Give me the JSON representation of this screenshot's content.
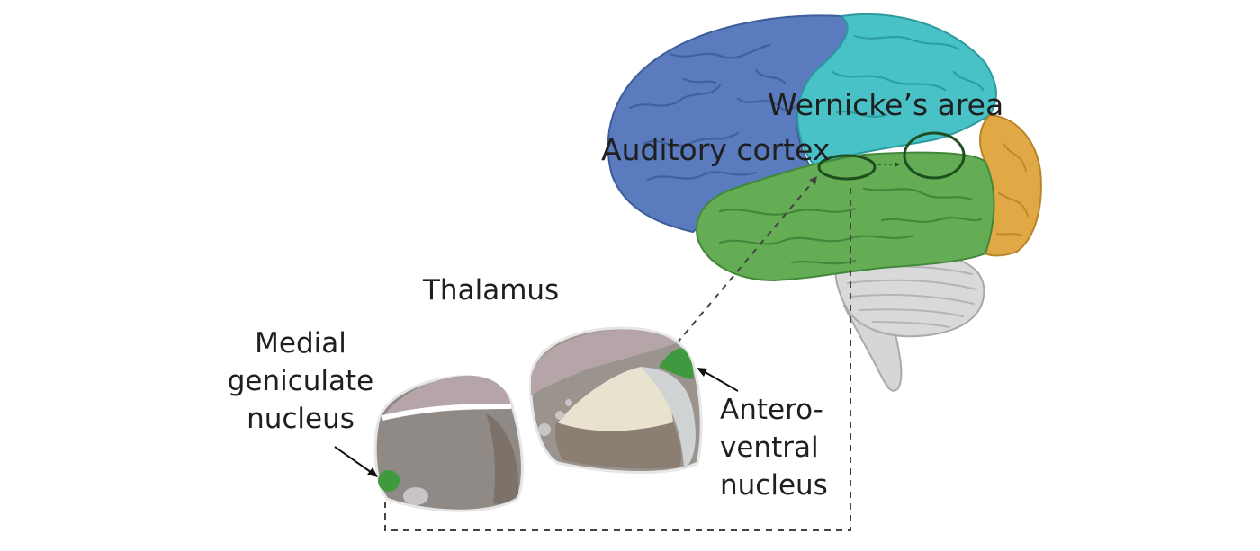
{
  "labels": {
    "wernicke": "Wernicke’s area",
    "auditory_cortex": "Auditory cortex",
    "thalamus": "Thalamus",
    "medial_geniculate": [
      "Medial",
      "geniculate",
      "nucleus"
    ],
    "anteroventral": [
      "Antero-",
      "ventral",
      "nucleus"
    ]
  },
  "colors": {
    "frontal_lobe": "#5a7bbd",
    "parietal_lobe": "#48c2c6",
    "occipital_lobe": "#e0a945",
    "temporal_lobe": "#64ad55",
    "cerebellum": "#d8d8d8",
    "thalamus_top": "#b5a5a8",
    "thalamus_body": "#8f8a86",
    "nucleus_highlight": "#3f9a3f",
    "pathway_line": "#444444"
  }
}
